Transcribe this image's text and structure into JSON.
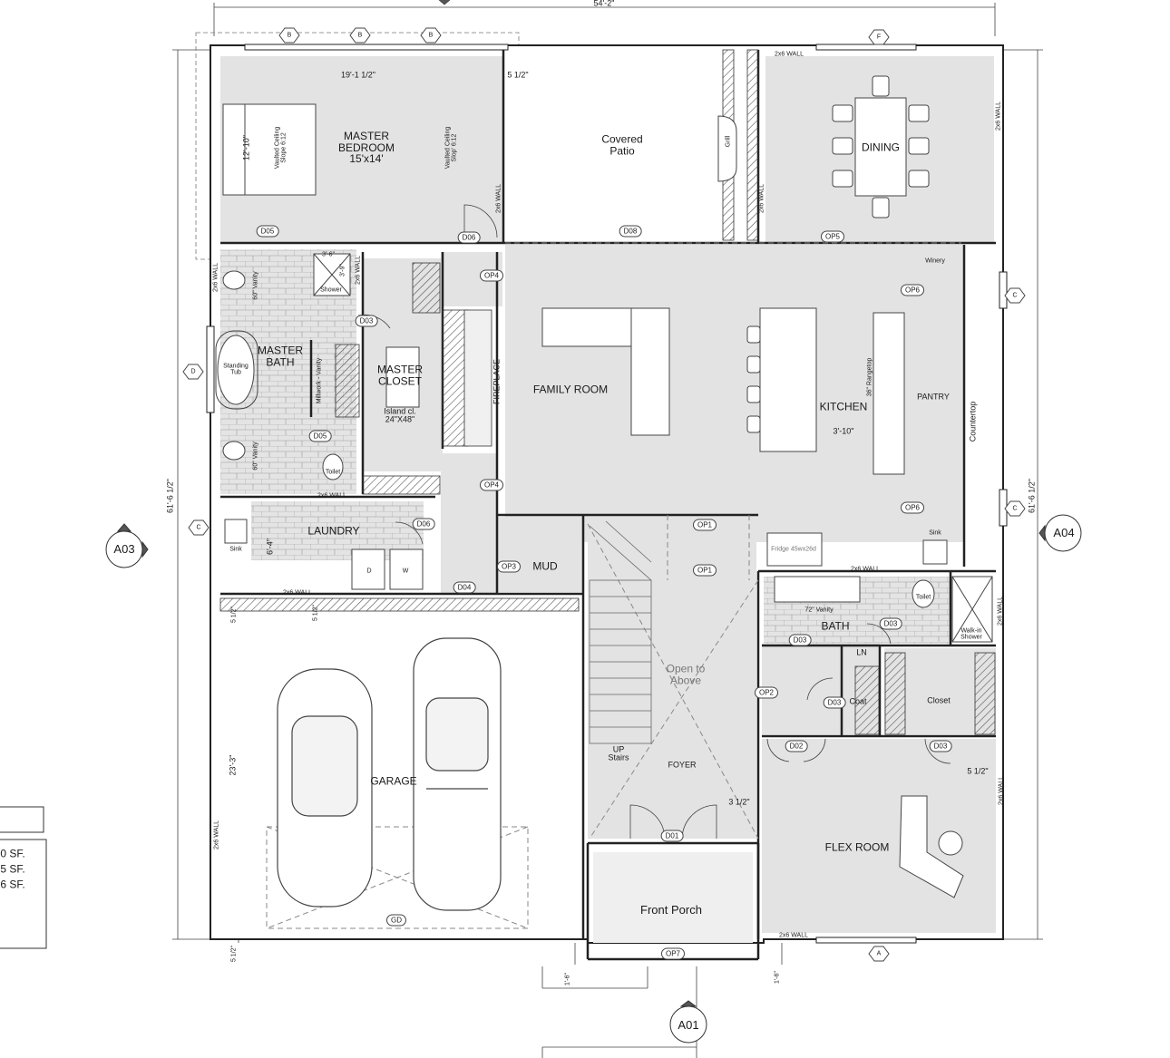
{
  "plan": {
    "overall_width": "54'-2\"",
    "overall_depth_left": "61'-6 1/2\"",
    "overall_depth_right": "61'-6 1/2\""
  },
  "grid_markers": {
    "top": [
      "B",
      "B",
      "B",
      "F"
    ],
    "left": [
      "D",
      "C"
    ],
    "right": [
      "C",
      "C"
    ],
    "bottom": [
      "A"
    ]
  },
  "section_markers": [
    "A03",
    "A04",
    "A01"
  ],
  "rooms": {
    "master_bedroom": "MASTER\nBEDROOM\n15'x14'",
    "covered_patio": "Covered\nPatio",
    "dining": "DINING",
    "master_bath": "MASTER\nBATH",
    "master_closet": "MASTER\nCLOSET",
    "island_closet": "Island cl.\n24\"X48\"",
    "family_room": "FAMILY ROOM",
    "fireplace": "FIREPLACE",
    "kitchen": "KITCHEN",
    "pantry": "PANTRY",
    "countertop": "Countertop",
    "laundry": "LAUNDRY",
    "mud": "MUD",
    "bath": "BATH",
    "ln": "LN",
    "coat": "Coat",
    "closet": "Closet",
    "garage": "GARAGE",
    "open_to_above": "Open to\nAbove",
    "foyer": "FOYER",
    "stairs": "UP\nStairs",
    "flex_room": "FLEX ROOM",
    "front_porch": "Front Porch"
  },
  "fixtures": {
    "shower": "Shower",
    "standing_tub": "Standing\nTub",
    "vanity_60_a": "60\" Vanity",
    "vanity_60_b": "60\" Vanity",
    "millwork": "Millwork - Vanity",
    "toilet_master": "Toilet",
    "toilet_bath": "Toilet",
    "sink_laundry": "Sink",
    "sink_kitchen": "Sink",
    "washer": "W",
    "dryer": "D",
    "winery": "Winery",
    "fridge": "Fridge 45wx26d",
    "rangetop": "36\" Rangetop",
    "vanity_72": "72\" Vanity",
    "walkin_shower": "Walk-in\nShower",
    "grill": "Grill",
    "vaulted_1": "Vaulted Ceiling\nSlope 6:12",
    "vaulted_2": "Vaulted Ceiling\nSlop' 6:12"
  },
  "dimensions": {
    "bedroom_width": "19'-1 1/2\"",
    "half_inch_1": "5 1/2\"",
    "bedroom_depth": "12'-10\"",
    "shower_w": "3'-6\"",
    "shower_d": "3'-9\"",
    "laundry_depth": "6'-4\"",
    "garage_depth": "23'-3\"",
    "kitchen_aisle": "3'-10\"",
    "foyer_wall": "3 1/2\"",
    "flex_wall": "5 1/2\"",
    "garage_wall_a": "5 1/2\"",
    "garage_wall_b": "5 1/2\"",
    "garage_wall_c": "5 1/2\"",
    "porch_step_l": "1'-6\"",
    "porch_step_r": "1'-6\""
  },
  "wall_notes": {
    "w1": "2x6 WALL",
    "w2": "2x6 WALL",
    "w3": "2x6 WALL",
    "w4": "2x6 WALL",
    "w5": "2x6 WALL",
    "w6": "2x6 WALL",
    "w7": "2x6 WALL",
    "w8": "2x6 WALL",
    "w9": "2x6 WALL",
    "w10": "2x6 WALL",
    "w11": "2x6 WALL",
    "w12": "2x6 WALL",
    "w13": "2x6 WALL"
  },
  "tags": {
    "d05a": "D05",
    "d06a": "D06",
    "d08": "D08",
    "op5": "OP5",
    "op4a": "OP4",
    "op6a": "OP6",
    "d03a": "D03",
    "d05b": "D05",
    "op4b": "OP4",
    "op6b": "OP6",
    "d06b": "D06",
    "op1a": "OP1",
    "op1b": "OP1",
    "op3": "OP3",
    "d04": "D04",
    "d03b": "D03",
    "d03c": "D03",
    "op2": "OP2",
    "d03d": "D03",
    "d02": "D02",
    "d03e": "D03",
    "d01": "D01",
    "gd": "GD",
    "op7": "OP7"
  },
  "legend_partial": {
    "line1": "0 SF.",
    "line2": "5 SF.",
    "line3": "6 SF."
  }
}
